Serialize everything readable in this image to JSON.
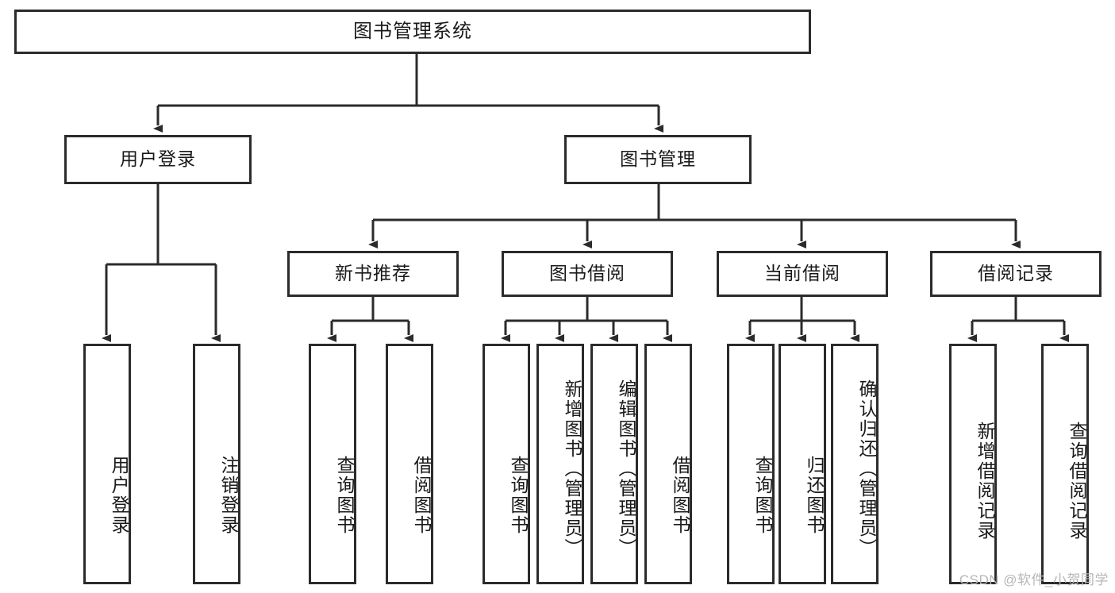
{
  "diagram": {
    "title": "图书管理系统",
    "type": "tree",
    "root": {
      "label": "图书管理系统"
    },
    "level1": [
      {
        "label": "用户登录"
      },
      {
        "label": "图书管理"
      }
    ],
    "level2": [
      {
        "label": "新书推荐",
        "parent": "图书管理"
      },
      {
        "label": "图书借阅",
        "parent": "图书管理"
      },
      {
        "label": "当前借阅",
        "parent": "图书管理"
      },
      {
        "label": "借阅记录",
        "parent": "图书管理"
      }
    ],
    "leaves": {
      "user_login": [
        {
          "label": "用户登录"
        },
        {
          "label": "注销登录"
        }
      ],
      "new_book_recommend": [
        {
          "label": "查询图书"
        },
        {
          "label": "借阅图书"
        }
      ],
      "book_borrow": [
        {
          "label": "查询图书"
        },
        {
          "label": "新增图书（管理员）"
        },
        {
          "label": "编辑图书（管理员）"
        },
        {
          "label": "借阅图书"
        }
      ],
      "current_borrow": [
        {
          "label": "查询图书"
        },
        {
          "label": "归还图书"
        },
        {
          "label": "确认归还（管理员）"
        }
      ],
      "borrow_record": [
        {
          "label": "新增借阅记录"
        },
        {
          "label": "查询借阅记录"
        }
      ]
    }
  },
  "watermark": {
    "text": "CSDN @软件_小贺同学"
  },
  "colors": {
    "stroke": "#2b2b2b",
    "background": "#ffffff",
    "text": "#1a1a1a",
    "watermark": "#b6b6b6"
  }
}
